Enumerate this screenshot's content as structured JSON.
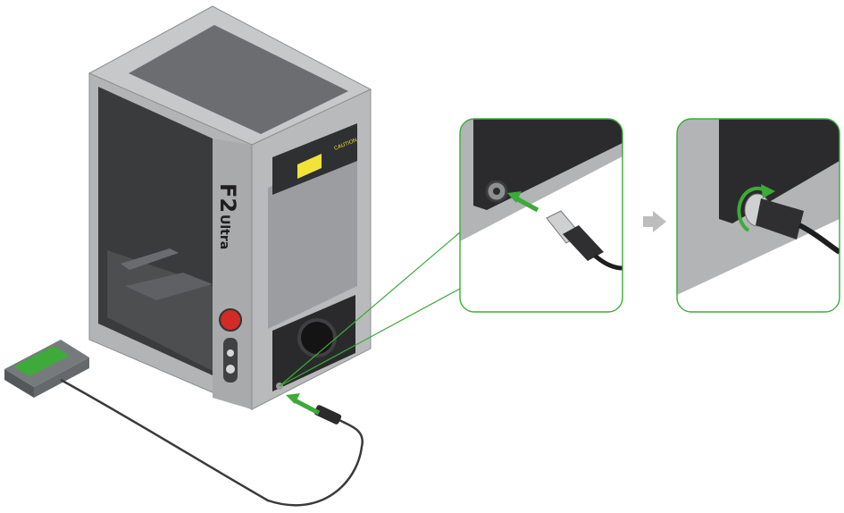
{
  "product": {
    "brand_main": "F2",
    "brand_sub": "Ultra",
    "warning_label": "CAUTION"
  },
  "colors": {
    "accent_green": "#3daa3a",
    "body_grey": "#a9aaac",
    "dark_panel": "#2a2a2c",
    "top_panel": "#6b6d70",
    "cable": "#3a3a3a",
    "label_yellow": "#f2e33a",
    "step_arrow_grey": "#bdbdbd"
  },
  "icons": {
    "insert_arrow": "green-arrow-icon",
    "next_step_arrow": "grey-arrow-right-icon",
    "rotate_arrow": "clockwise-rotate-icon",
    "emergency_stop": "emergency-stop-button",
    "foot_pedal": "foot-switch-pedal"
  }
}
